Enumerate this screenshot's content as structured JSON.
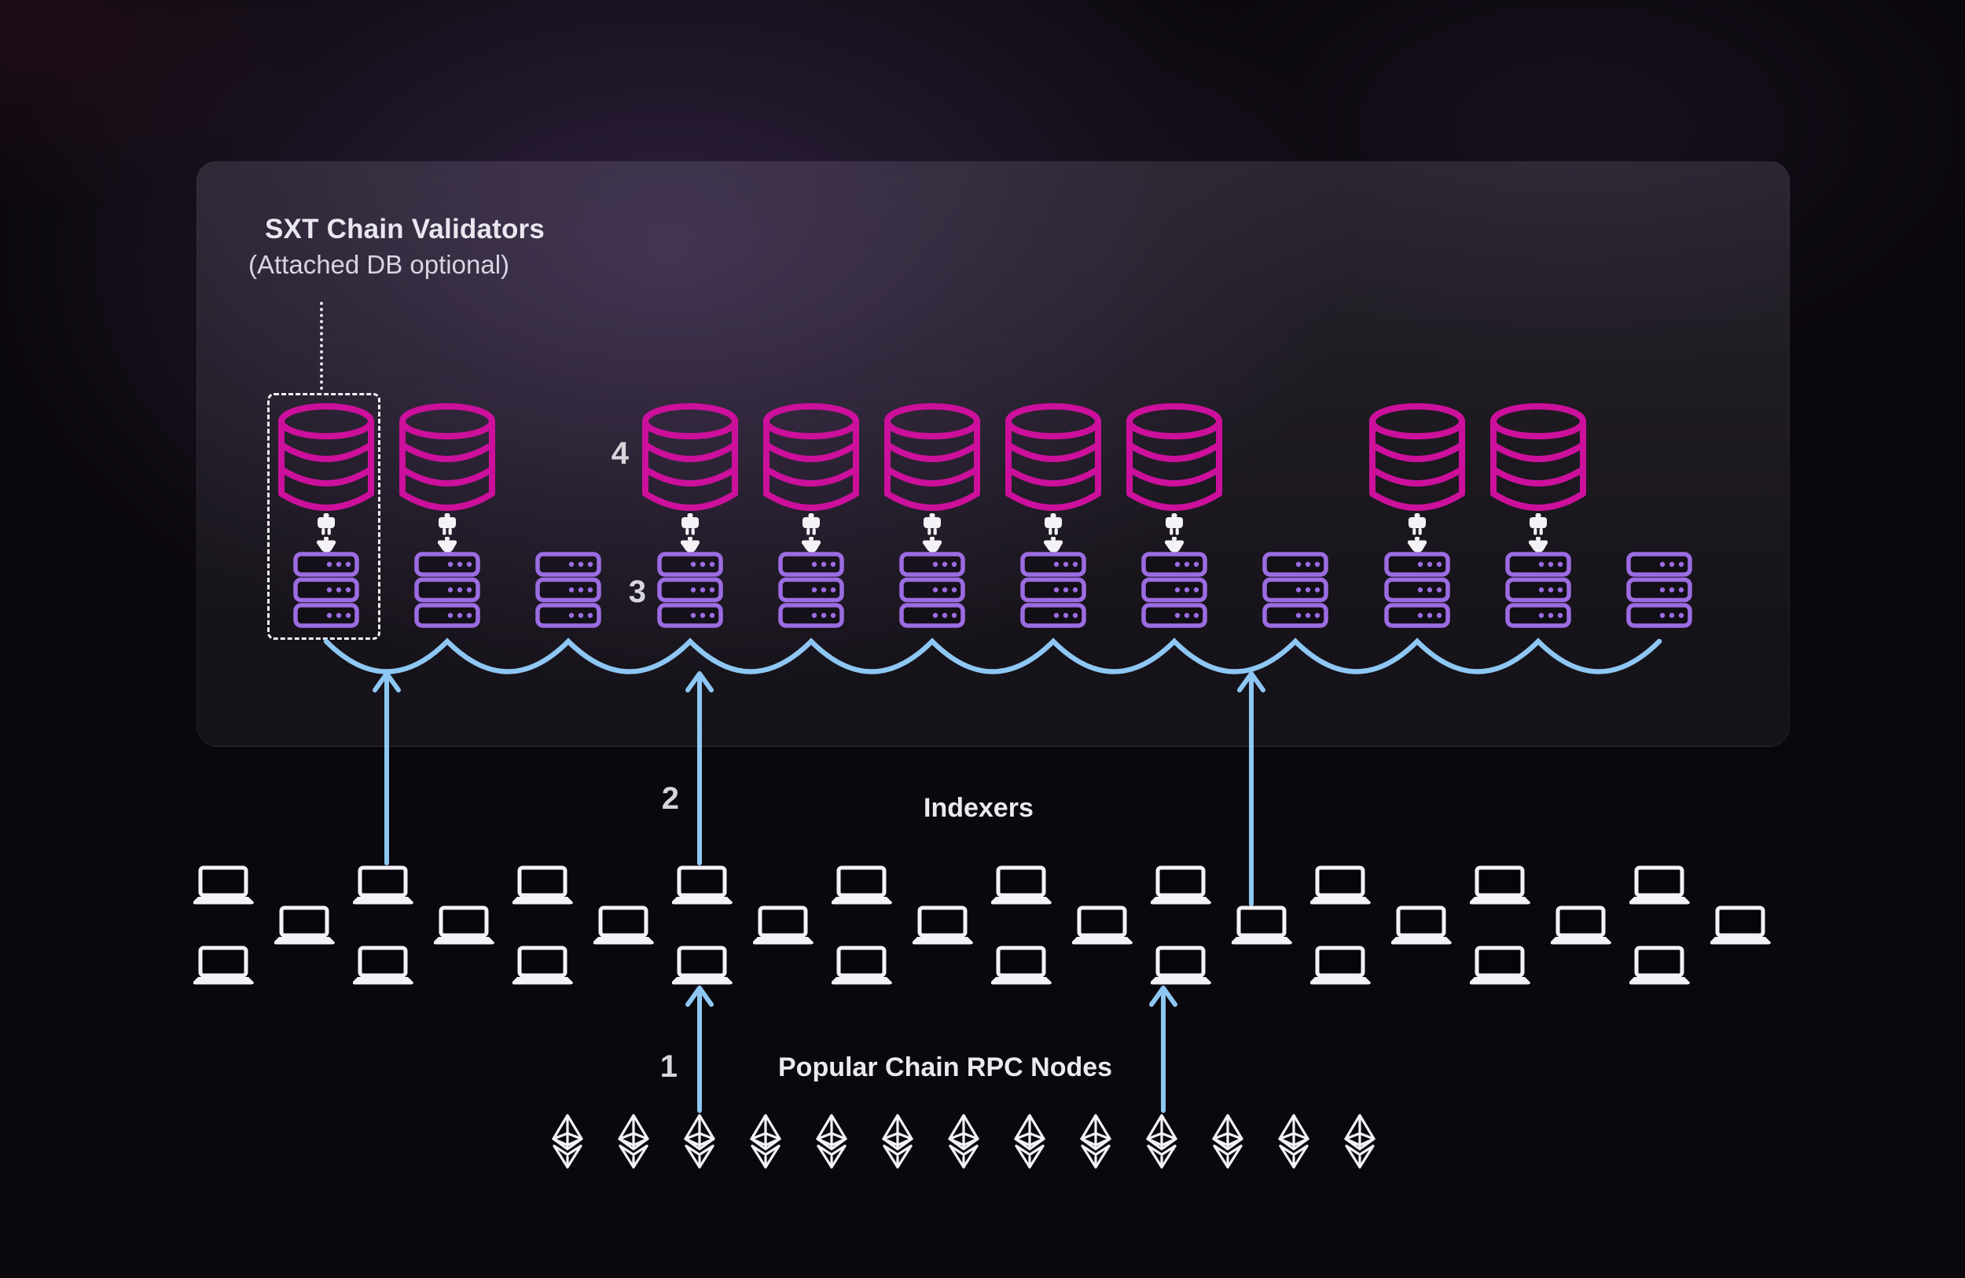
{
  "panel": {
    "title": "SXT Chain Validators",
    "subtitle": "(Attached DB optional)"
  },
  "labels": {
    "step1": "1",
    "step2": "2",
    "step3": "3",
    "step4": "4",
    "indexers": "Indexers",
    "rpc_nodes": "Popular Chain RPC Nodes"
  },
  "colors": {
    "database_pink": "#cc109c",
    "server_purple": "#9c6ce2",
    "link_blue": "#8ec7f3",
    "icon_white": "#f4f2f6",
    "label_gray": "#d8d6dd"
  },
  "diagram": {
    "validator_columns": 12,
    "db_on_columns": [
      0,
      1,
      3,
      4,
      5,
      6,
      7,
      9,
      10
    ],
    "dashed_highlight_column": 0,
    "indexer_rows": [
      10,
      10,
      10
    ],
    "rpc_node_count": 13,
    "arrows": {
      "indexer_to_validator_xs": [
        492,
        890,
        1592
      ],
      "rpc_to_indexer_xs": [
        890,
        1480
      ]
    },
    "icons": {
      "database": "database-icon",
      "server": "server-rack-icon",
      "connector": "plug-connector-icon",
      "laptop": "laptop-icon",
      "rpc": "ethereum-icon"
    }
  }
}
